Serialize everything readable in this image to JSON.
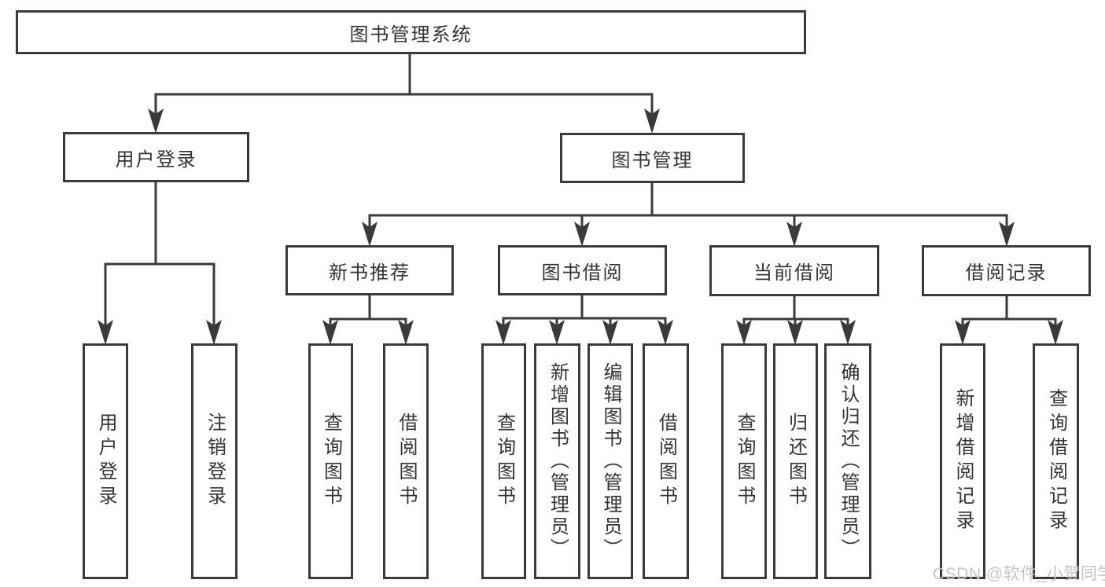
{
  "diagram": {
    "title": "图书管理系统",
    "tree": {
      "root": {
        "label": "图书管理系统"
      },
      "user_login": {
        "label": "用户登录",
        "children": {
          "login": {
            "label": "用户登录"
          },
          "logout": {
            "label": "注销登录"
          }
        }
      },
      "book_mgmt": {
        "label": "图书管理",
        "children": {
          "new_book": {
            "label": "新书推荐",
            "children": {
              "query": {
                "label": "查询图书"
              },
              "borrow": {
                "label": "借阅图书"
              }
            }
          },
          "borrowing": {
            "label": "图书借阅",
            "children": {
              "query": {
                "label": "查询图书"
              },
              "add": {
                "label": "新增图书（管理员）"
              },
              "edit": {
                "label": "编辑图书（管理员）"
              },
              "borrow": {
                "label": "借阅图书"
              }
            }
          },
          "current": {
            "label": "当前借阅",
            "children": {
              "query": {
                "label": "查询图书"
              },
              "return": {
                "label": "归还图书"
              },
              "confirm": {
                "label": "确认归还（管理员）"
              }
            }
          },
          "records": {
            "label": "借阅记录",
            "children": {
              "add": {
                "label": "新增借阅记录"
              },
              "query": {
                "label": "查询借阅记录"
              }
            }
          }
        }
      }
    },
    "colors": {
      "line": "#3a3a3a",
      "box_background": "#ffffff",
      "text": "#333333",
      "watermark": "#c5c5c5"
    }
  },
  "watermark": {
    "text": "CSDN @软件_小贺同学"
  }
}
